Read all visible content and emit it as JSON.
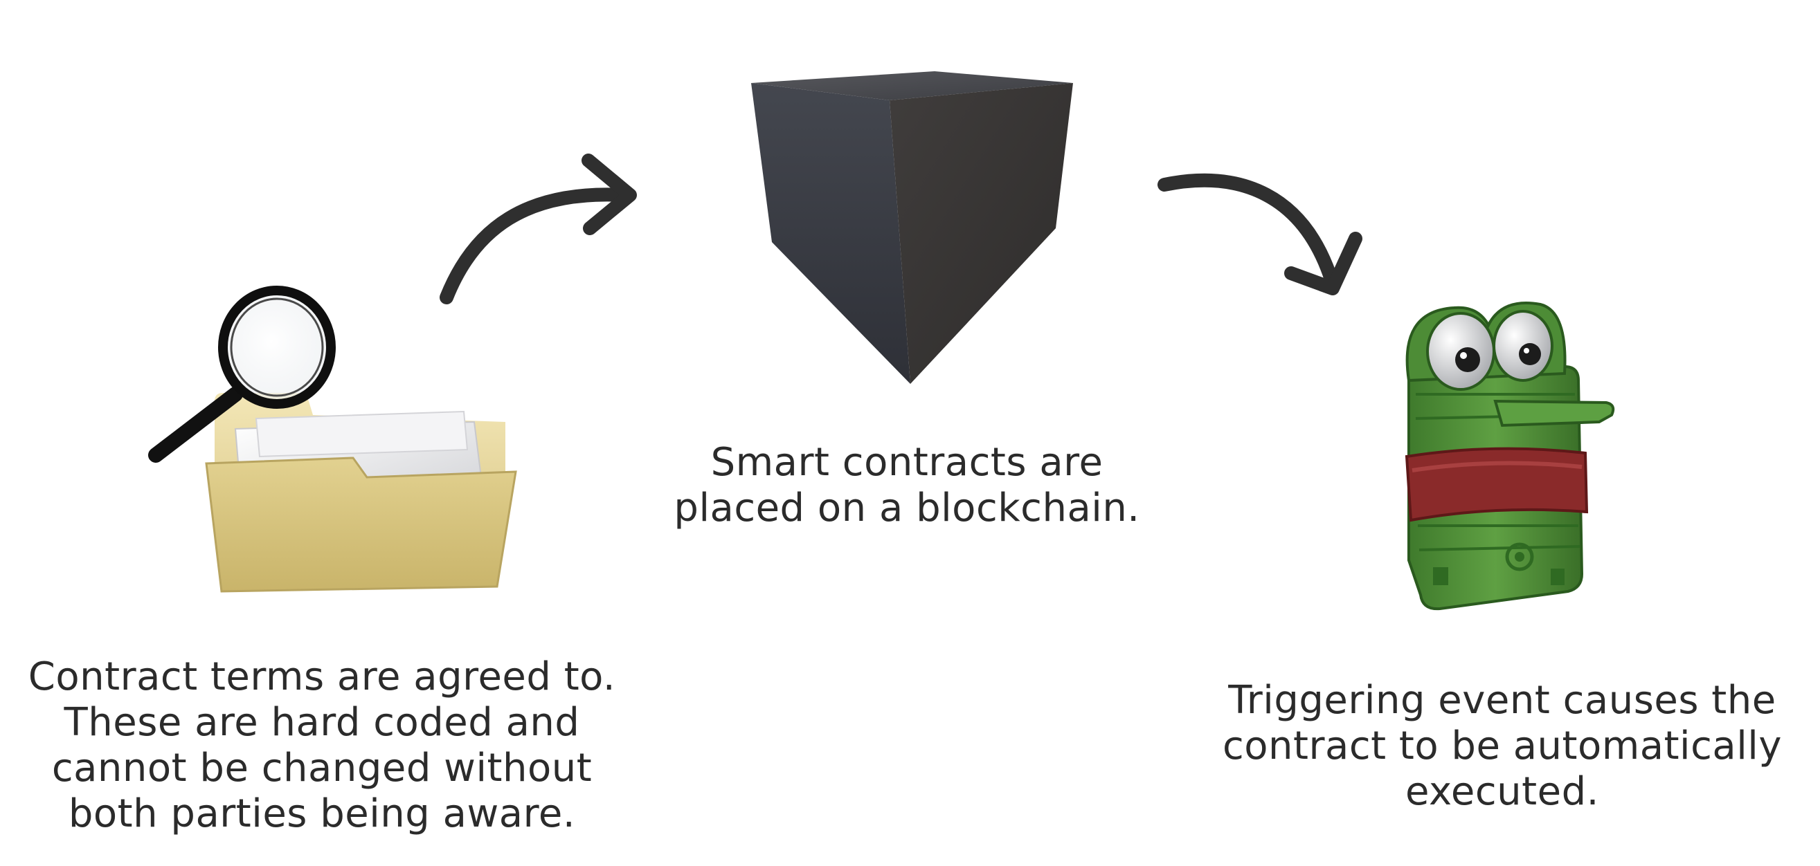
{
  "steps": [
    {
      "icon": "folder-magnifier-icon",
      "caption_lines": [
        "Contract terms are agreed to.",
        "These are hard coded and",
        "cannot be changed without",
        "both parties being aware."
      ]
    },
    {
      "icon": "blockchain-cube-icon",
      "caption_lines": [
        "Smart contracts are",
        "placed on a blockchain."
      ]
    },
    {
      "icon": "money-stack-character-icon",
      "caption_lines": [
        "Triggering event causes the",
        "contract to be automatically",
        "executed."
      ]
    }
  ],
  "arrows": [
    "curved-arrow-icon",
    "curved-arrow-icon"
  ],
  "colors": {
    "background": "#ffffff",
    "text": "#2b2b2b",
    "arrow": "#2f2f2f",
    "cube": "#3e3f44",
    "folder": "#d9c786",
    "money": "#4f8f3a",
    "band": "#8a2a2a"
  }
}
